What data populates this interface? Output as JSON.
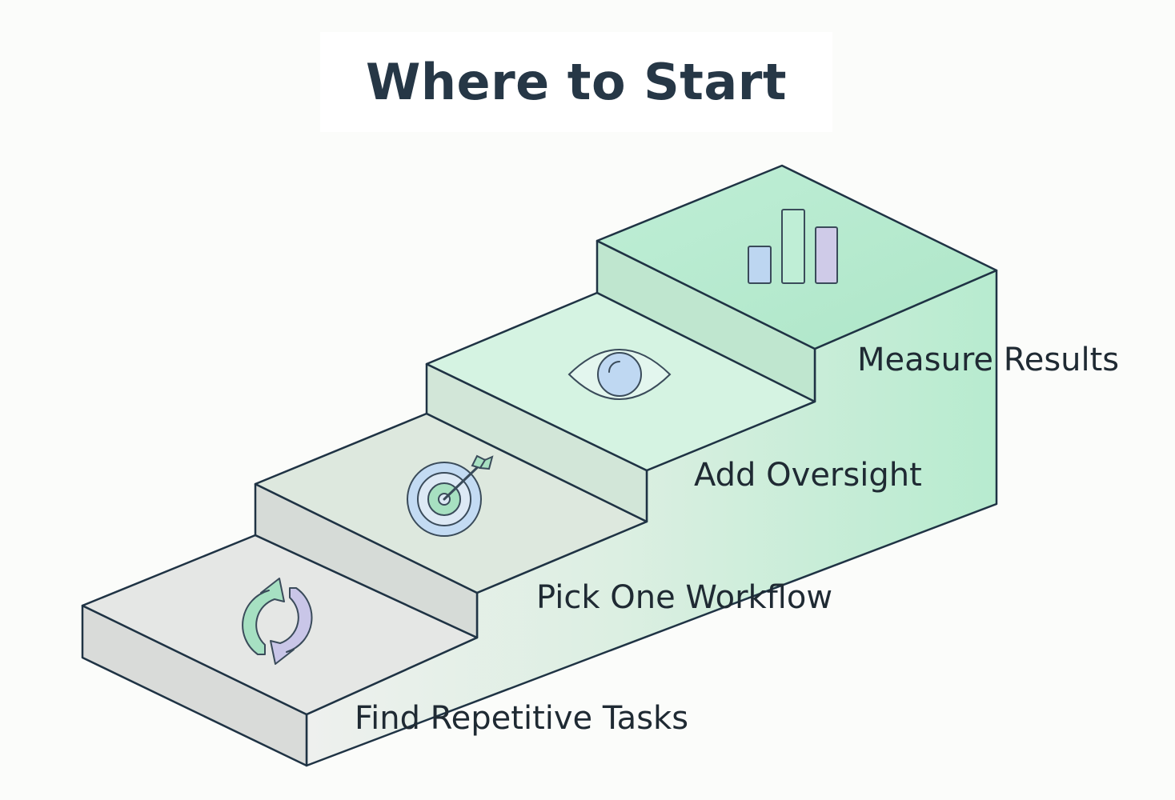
{
  "title": "Where to Start",
  "steps": [
    {
      "label": "Find Repetitive Tasks",
      "icon": "refresh-cycle-icon"
    },
    {
      "label": "Pick One Workflow",
      "icon": "target-arrow-icon"
    },
    {
      "label": "Add Oversight",
      "icon": "eye-icon"
    },
    {
      "label": "Measure Results",
      "icon": "bar-chart-icon"
    }
  ],
  "colors": {
    "outline": "#1f3344",
    "step1": "#e2e5e2",
    "step2": "#dbe6dc",
    "step3": "#d4f2e0",
    "step4": "#b9ecd2",
    "icon_green": "#8fd3b0",
    "icon_purple": "#c6c3e6",
    "icon_blue": "#bcd7f3"
  }
}
